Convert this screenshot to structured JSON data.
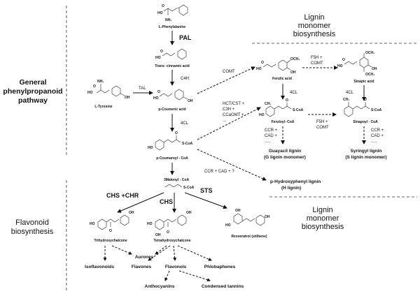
{
  "sections": {
    "general": [
      "General",
      "phenylpropanoid",
      "pathway"
    ],
    "flavonoid": [
      "Flavonoid",
      "biosynthesis"
    ],
    "lignin_top": [
      "Lignin",
      "monomer",
      "biosynthesis"
    ],
    "lignin_bottom": [
      "Lignin",
      "monomer",
      "biosynthesis"
    ]
  },
  "compounds": {
    "phenylalanine": "L-Phenylalanine",
    "cinnamic": "Trans- cinnamic acid",
    "coumaric": "p-Coumeric acid",
    "coumaroyl": "p-Coumaroyl - CoA",
    "tyrosine": "L-Tyrosine",
    "malonyl": "3Malonyl - CoA",
    "ferulic": "Ferulic acid",
    "sinapic": "Sinapic acid",
    "feruloyl": "Feruloyl- CoA",
    "sinapoyl": "Sinapoyl - CoA",
    "trihydroxy": "Trihydroxychalcone",
    "tetrahydroxy": "Tetrahydroxychalcone",
    "resveratrol": "Resveratrol (stilbene)"
  },
  "enzymes": {
    "pal": "PAL",
    "c4h": "C4H",
    "tal": "TAL",
    "cl4_main": "4CL",
    "comt": "COMT",
    "f5h_comt_top": [
      "F5H +",
      "COMT"
    ],
    "cl4_ferulic": "4CL",
    "cl4_sinapic": "4CL",
    "hct_list": [
      "HCT/CST  +",
      "C3H       +",
      "CCaOMT  +",
      "..."
    ],
    "f5h_comt_mid": [
      "F5H +",
      "COMT"
    ],
    "ccr_g": [
      "CCR +",
      "CAD +",
      "....."
    ],
    "ccr_s": [
      "CCR +",
      "CAD +",
      "....."
    ],
    "ccr_h": "CCR + CAD + ?",
    "chs_chr": "CHS +CHR",
    "chs": "CHS",
    "sts": "STS"
  },
  "products": {
    "guaiacyl": [
      "Guayacil lignin",
      "(G lignin monomer)"
    ],
    "syringyl": [
      "Syringyl lignin",
      "(S lignin monomer)"
    ],
    "hydroxyphenyl": [
      "p-Hydroxyphenyl lignin",
      "(H lignin)"
    ],
    "isoflavonoids": "Isoflavonoids",
    "aurones": "Aurones",
    "flavones": "Flavones",
    "flavonols": "Flavonols",
    "phlobaphenes": "Phlobaphenes",
    "anthocyanins": "Anthocyanins",
    "tannins": "Condensed tannins"
  },
  "atoms": {
    "o": "O",
    "oh": "OH",
    "ho": "HO",
    "nh2": "NH₂",
    "och3": "OCH₃",
    "ch3": "CH₃",
    "scoa": "S-CoA"
  }
}
